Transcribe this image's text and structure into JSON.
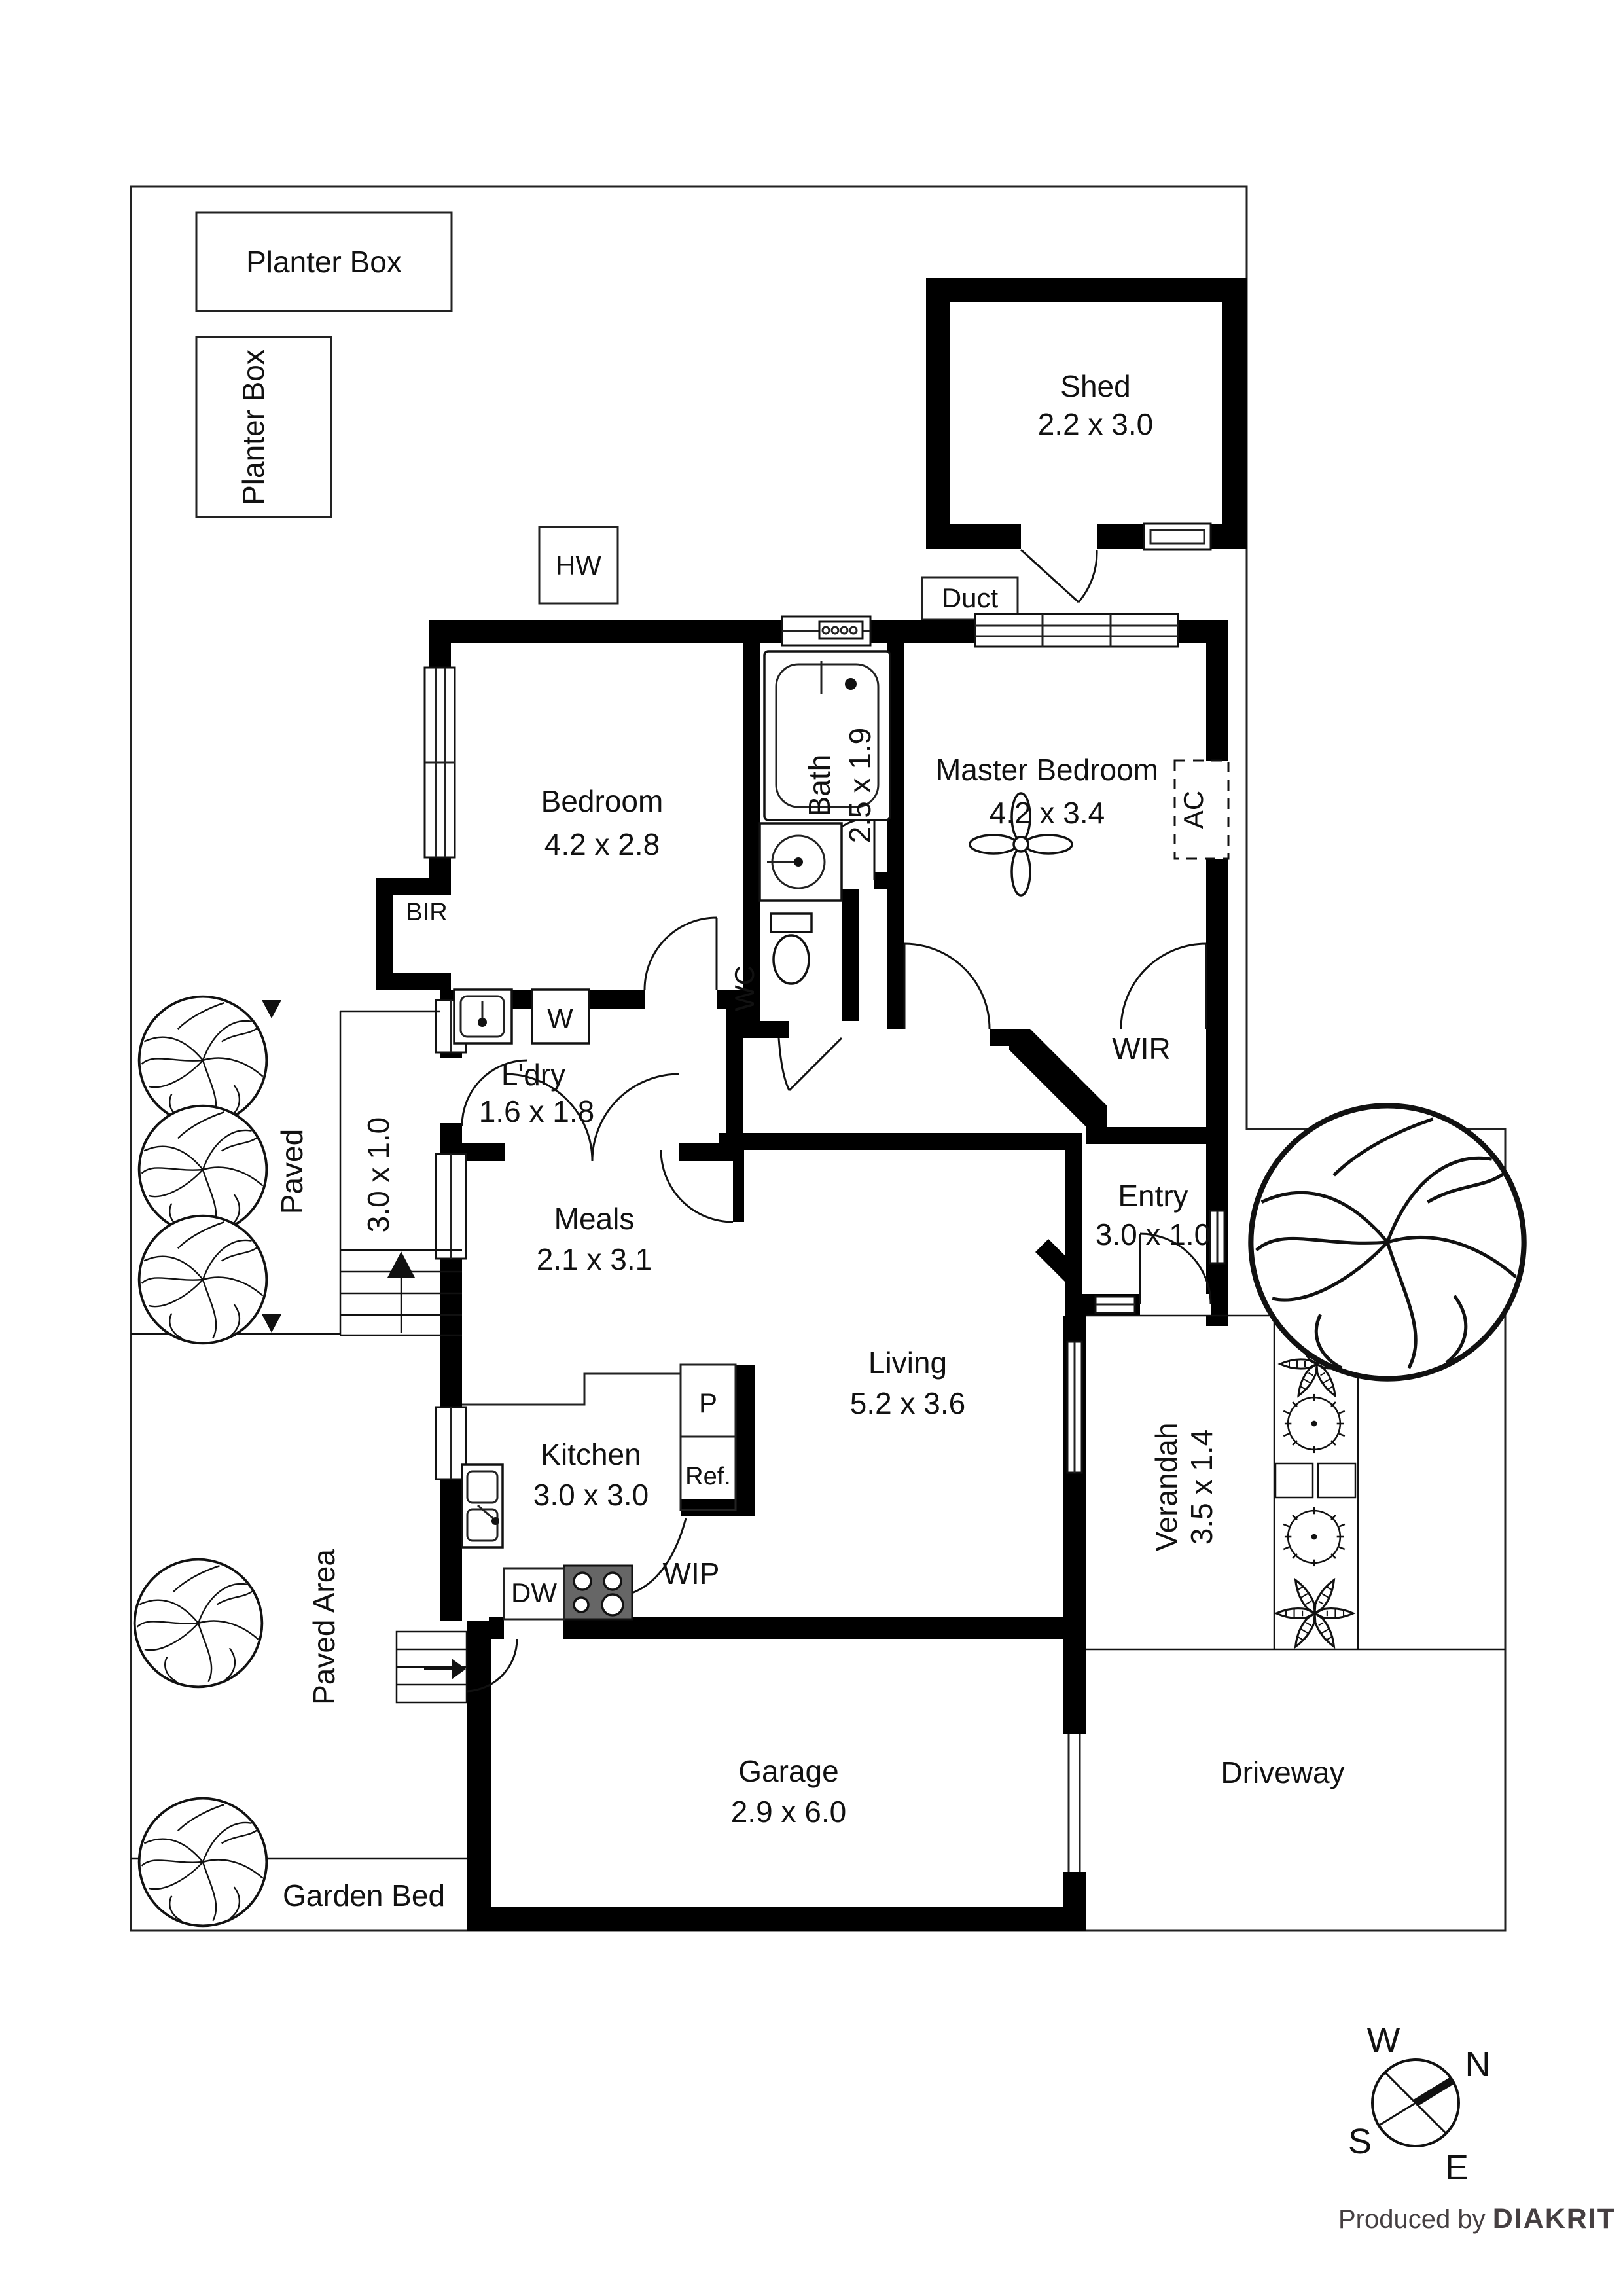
{
  "outdoor": {
    "planter_box_1": "Planter Box",
    "planter_box_2": "Planter Box",
    "paved": "Paved",
    "side_path_dim": "3.0 x 1.0",
    "paved_area": "Paved Area",
    "garden_bed": "Garden Bed",
    "driveway": "Driveway"
  },
  "rooms": {
    "shed": {
      "name": "Shed",
      "dim": "2.2 x 3.0"
    },
    "bedroom": {
      "name": "Bedroom",
      "dim": "4.2 x 2.8"
    },
    "bath": {
      "name": "Bath",
      "dim": "2.5 x 1.9"
    },
    "master_bedroom": {
      "name": "Master Bedroom",
      "dim": "4.2 x 3.4"
    },
    "laundry": {
      "name": "L'dry",
      "dim": "1.6 x 1.8"
    },
    "meals": {
      "name": "Meals",
      "dim": "2.1 x 3.1"
    },
    "entry": {
      "name": "Entry",
      "dim": "3.0 x 1.0"
    },
    "living": {
      "name": "Living",
      "dim": "5.2 x 3.6"
    },
    "kitchen": {
      "name": "Kitchen",
      "dim": "3.0 x 3.0"
    },
    "verandah": {
      "name": "Verandah",
      "dim": "3.5 x 1.4"
    },
    "garage": {
      "name": "Garage",
      "dim": "2.9 x 6.0"
    },
    "wir": "WIR",
    "wc": "WC",
    "bir": "BIR",
    "wip": "WIP"
  },
  "fixtures": {
    "hot_water": "HW",
    "duct": "Duct",
    "air_conditioner": "AC",
    "washer": "W",
    "dishwasher": "DW",
    "pantry": "P",
    "fridge": "Ref."
  },
  "compass": {
    "n": "N",
    "s": "S",
    "e": "E",
    "w": "W"
  },
  "credit": {
    "prefix": "Produced by ",
    "brand": "DIAKRIT"
  }
}
